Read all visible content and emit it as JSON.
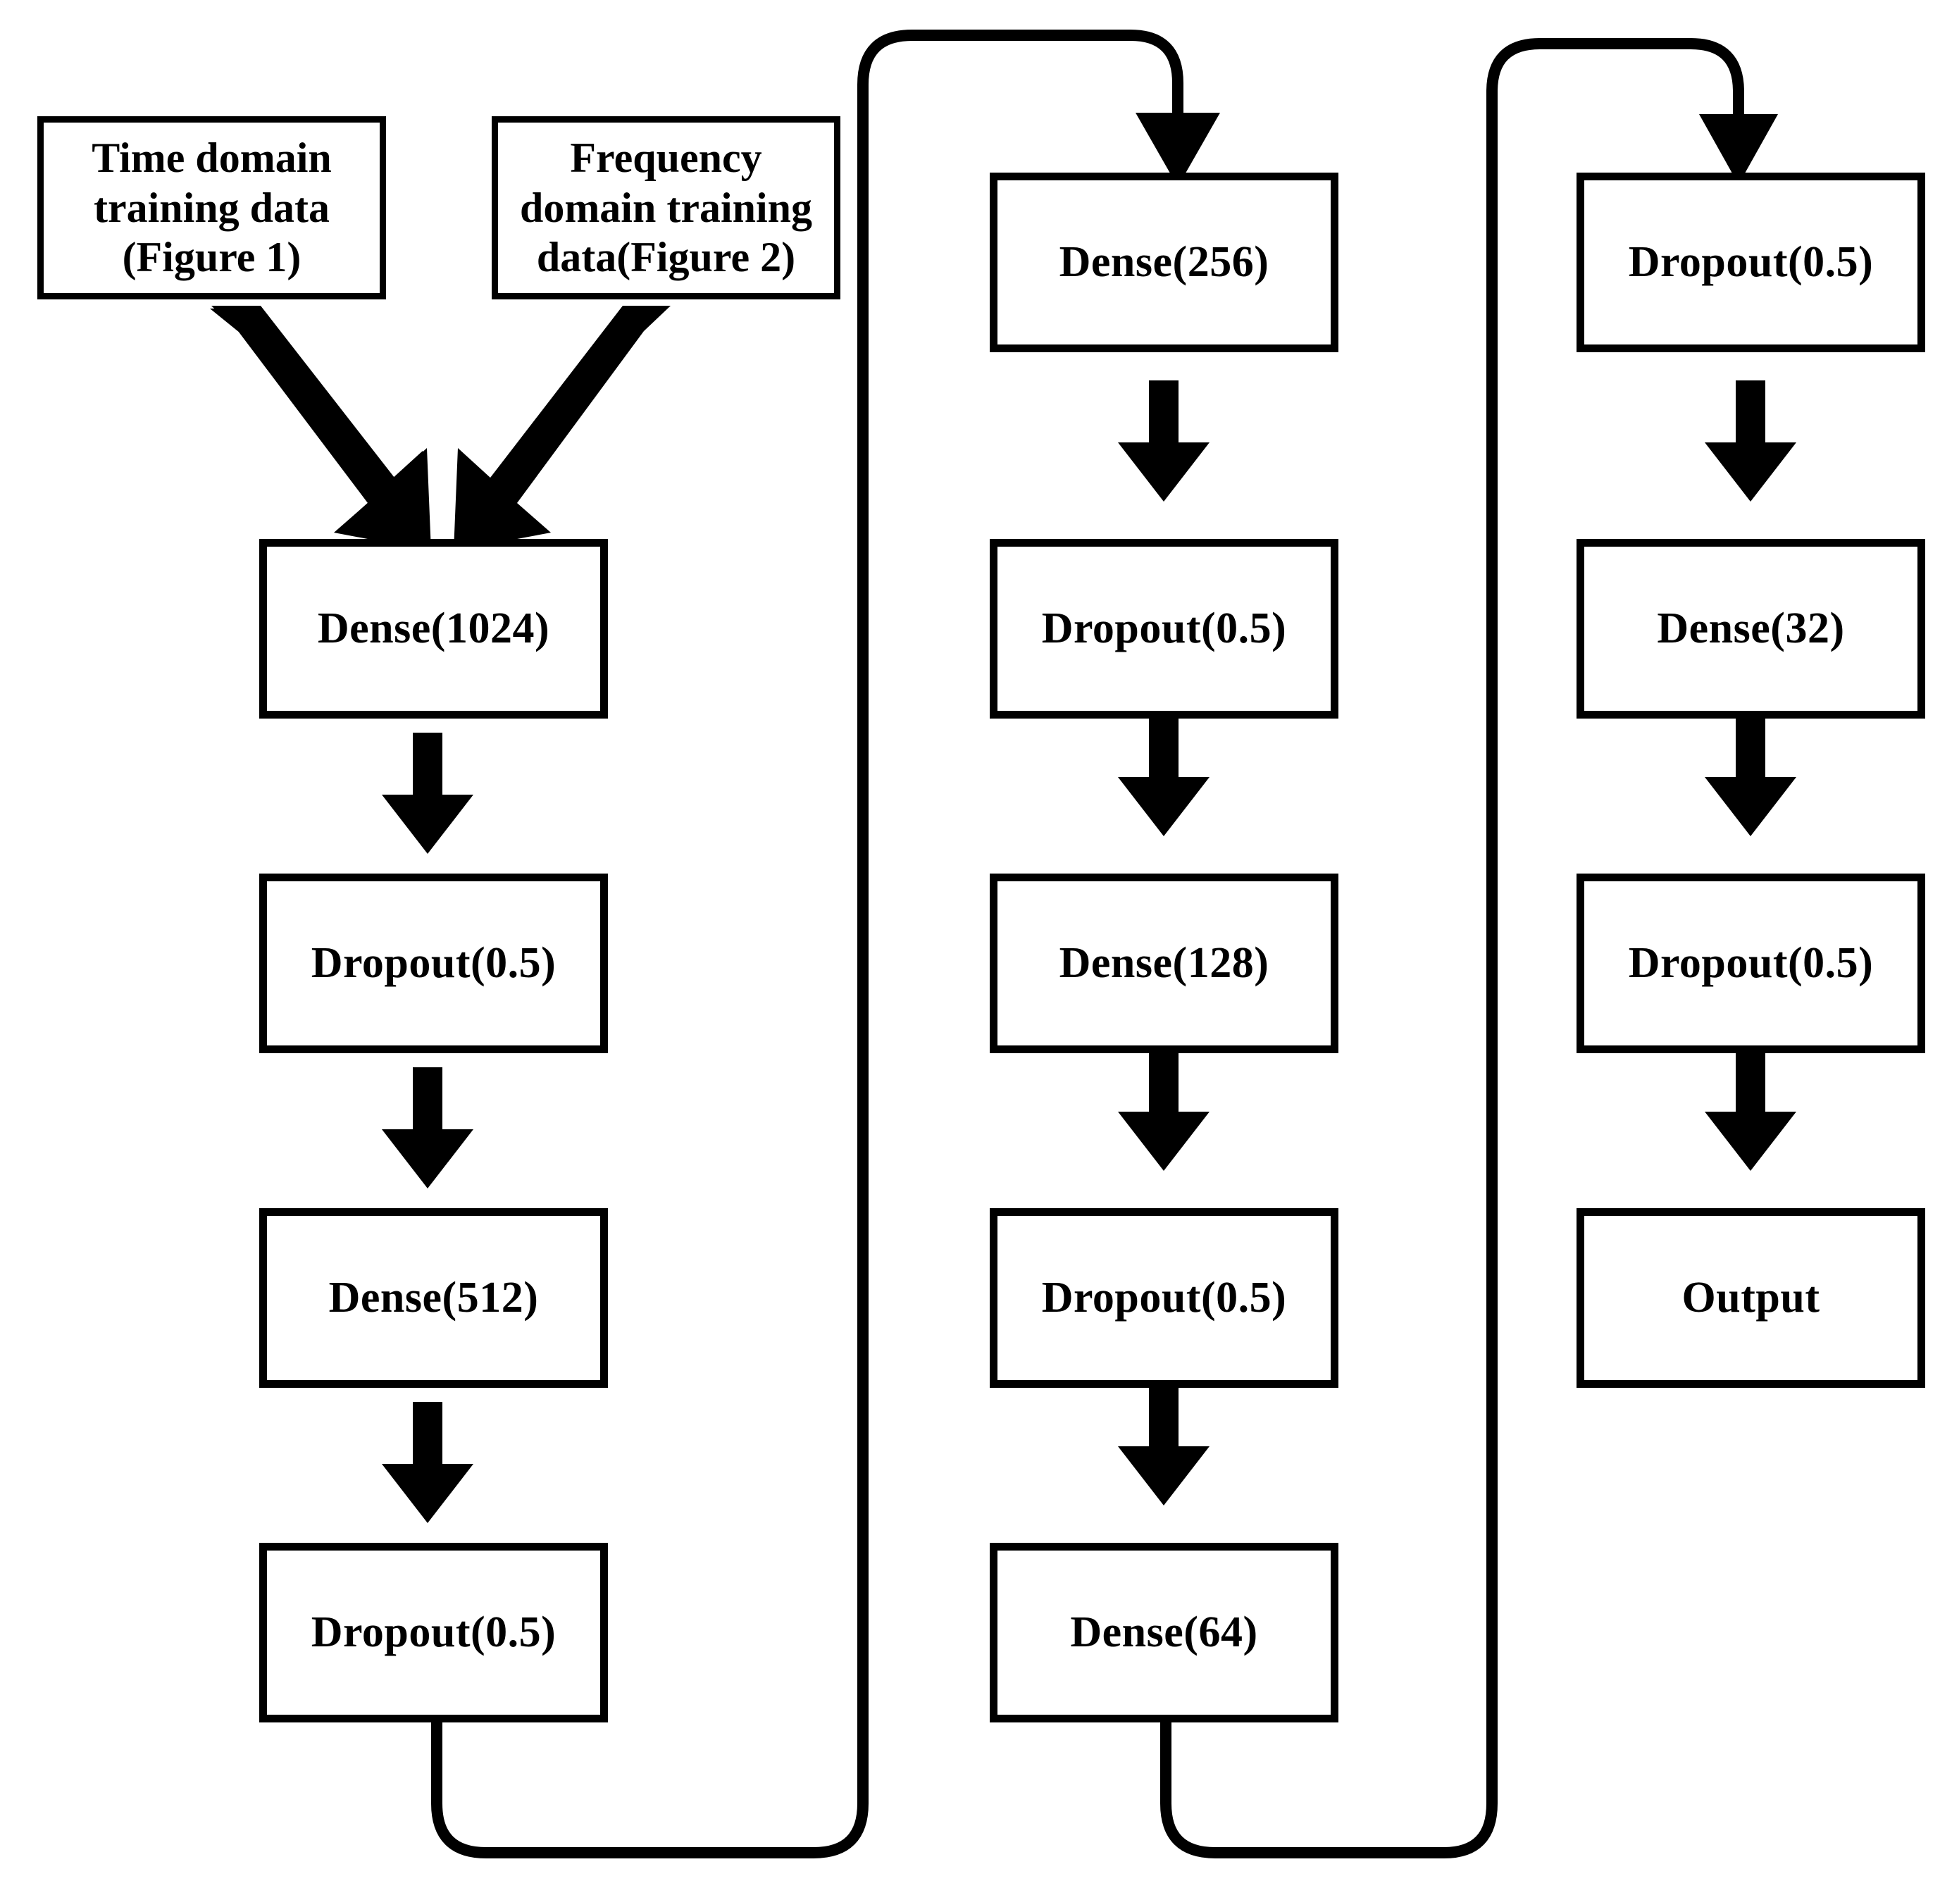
{
  "figure": {
    "type": "flowchart",
    "orientation": "three-column-serpentine",
    "background_color": "#ffffff",
    "stroke_color": "#000000"
  },
  "inputs": [
    {
      "id": "time-domain-input",
      "label": "Time domain\ntraining data\n(Figure  1)",
      "target": "dense-1024"
    },
    {
      "id": "frequency-domain-input",
      "label": "Frequency\ndomain training\ndata(Figure  2)",
      "target": "dense-1024"
    }
  ],
  "columns": [
    {
      "id": "column-1",
      "nodes": [
        {
          "id": "dense-1024",
          "label": "Dense(1024)"
        },
        {
          "id": "dropout-1",
          "label": "Dropout(0.5)"
        },
        {
          "id": "dense-512",
          "label": "Dense(512)"
        },
        {
          "id": "dropout-2",
          "label": "Dropout(0.5)"
        }
      ]
    },
    {
      "id": "column-2",
      "nodes": [
        {
          "id": "dense-256",
          "label": "Dense(256)"
        },
        {
          "id": "dropout-3",
          "label": "Dropout(0.5)"
        },
        {
          "id": "dense-128",
          "label": "Dense(128)"
        },
        {
          "id": "dropout-4",
          "label": "Dropout(0.5)"
        },
        {
          "id": "dense-64",
          "label": "Dense(64)"
        }
      ]
    },
    {
      "id": "column-3",
      "nodes": [
        {
          "id": "dropout-5",
          "label": "Dropout(0.5)"
        },
        {
          "id": "dense-32",
          "label": "Dense(32)"
        },
        {
          "id": "dropout-6",
          "label": "Dropout(0.5)"
        },
        {
          "id": "output",
          "label": "Output"
        }
      ]
    }
  ],
  "connectors": {
    "diagonal_arrows": 2,
    "block_arrows": 9,
    "wrap_arrows": [
      {
        "from": "dropout-2",
        "to": "dense-256"
      },
      {
        "from": "dense-64",
        "to": "dropout-5"
      }
    ]
  },
  "sequence": [
    "Dense(1024)",
    "Dropout(0.5)",
    "Dense(512)",
    "Dropout(0.5)",
    "Dense(256)",
    "Dropout(0.5)",
    "Dense(128)",
    "Dropout(0.5)",
    "Dense(64)",
    "Dropout(0.5)",
    "Dense(32)",
    "Dropout(0.5)",
    "Output"
  ]
}
